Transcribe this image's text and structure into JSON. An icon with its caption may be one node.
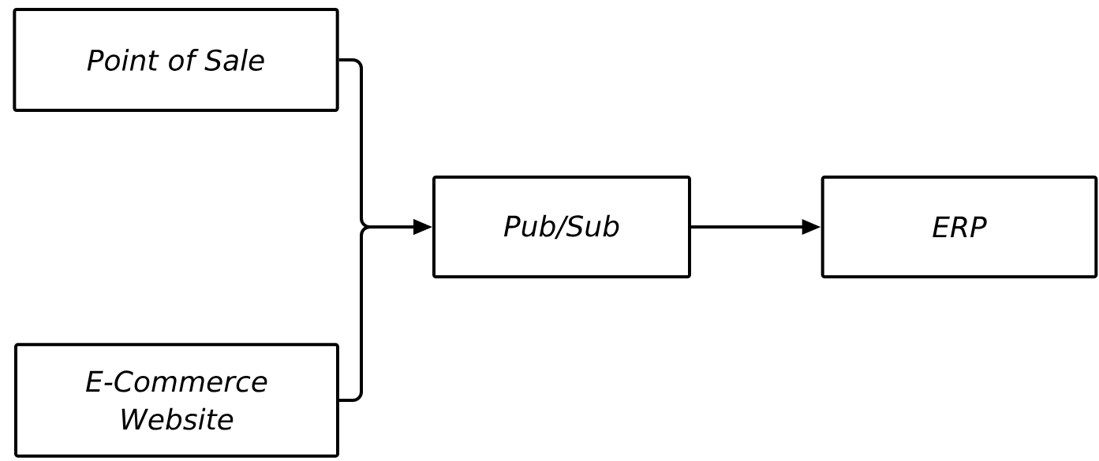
{
  "diagram": {
    "nodes": [
      {
        "text": [
          "Point of Sale"
        ]
      },
      {
        "text": [
          "E-Commerce Website"
        ]
      },
      {
        "text": [
          "Pub/Sub"
        ]
      },
      {
        "text": [
          "ERP"
        ]
      }
    ],
    "edges": [
      {
        "from": 0,
        "to": 2,
        "arrow": "to"
      },
      {
        "from": 1,
        "to": 2,
        "arrow": "to"
      },
      {
        "from": 2,
        "to": 3,
        "arrow": "to"
      }
    ]
  }
}
